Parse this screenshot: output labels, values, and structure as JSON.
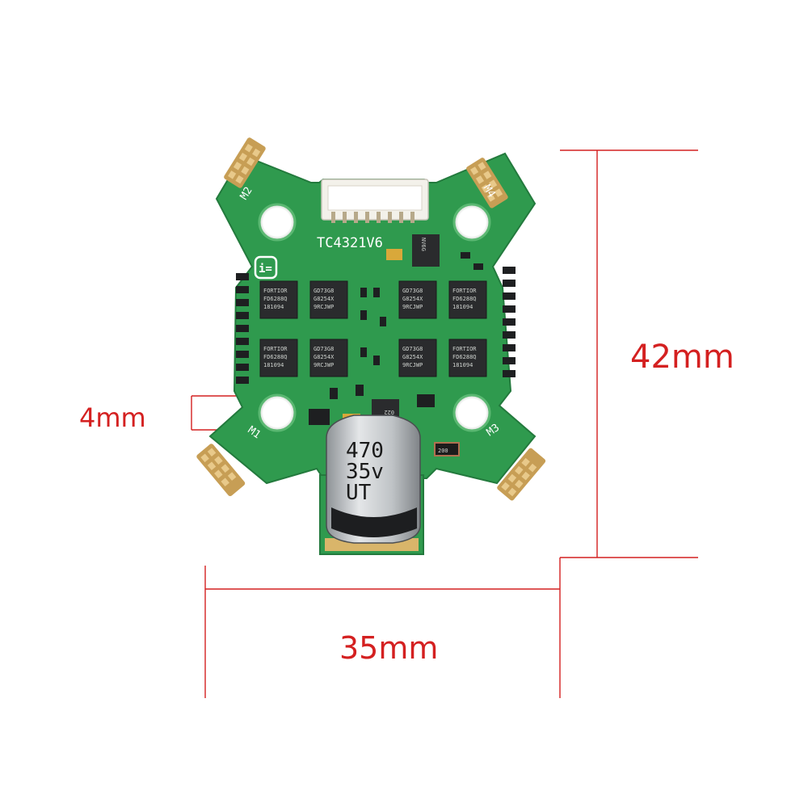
{
  "colors": {
    "pcb_green": "#2f9a4e",
    "pcb_green_dark": "#237a3d",
    "gold_pad": "#d9b56a",
    "chip_black": "#2a2b2d",
    "dimension_line": "#d42020",
    "capacitor_silver": "#c9cccf"
  },
  "dimensions": {
    "height_label": "42mm",
    "width_label": "35mm",
    "hole_label": "4mm"
  },
  "board": {
    "model_text": "TC4321V6",
    "logo_glyph": "i=",
    "motor_labels": [
      "M1",
      "M2",
      "M3",
      "M4"
    ],
    "capacitor": {
      "line1": "470",
      "line2": "35v",
      "line3": "UT"
    },
    "small_part_labels": {
      "resistor": "200",
      "diode": "022",
      "regulator": "NV6G"
    },
    "chips": [
      {
        "line1": "FORTIOR",
        "line2": "FD6288Q",
        "line3": "181094"
      },
      {
        "line1": "GD73G8",
        "line2": "G8254X",
        "line3": "9RCJWP"
      },
      {
        "line1": "GD73G8",
        "line2": "G8254X",
        "line3": "9RCJWP"
      },
      {
        "line1": "FORTIOR",
        "line2": "FD6288Q",
        "line3": "181094"
      },
      {
        "line1": "FORTIOR",
        "line2": "FD6288Q",
        "line3": "181094"
      },
      {
        "line1": "GD73G8",
        "line2": "G8254X",
        "line3": "9RCJWP"
      },
      {
        "line1": "GD73G8",
        "line2": "G8254X",
        "line3": "9RCJWP"
      },
      {
        "line1": "FORTIOR",
        "line2": "FD6288Q",
        "line3": "181094"
      }
    ]
  }
}
